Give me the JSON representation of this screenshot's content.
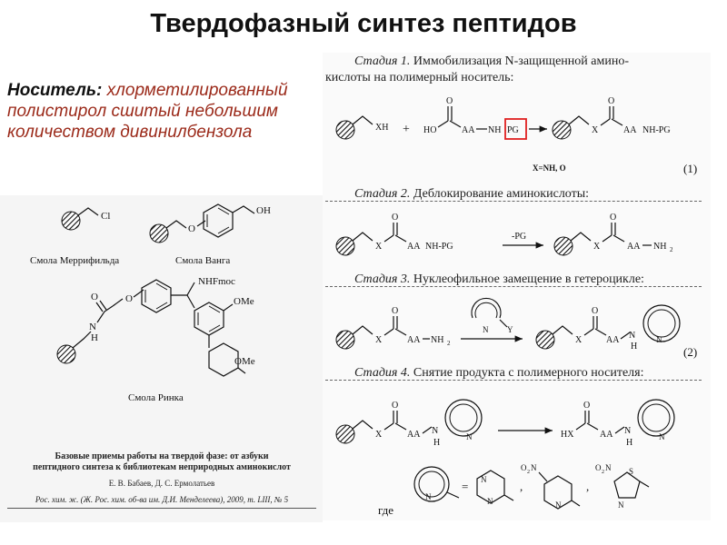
{
  "title": "Твердофазный синтез пептидов",
  "carrier": {
    "label": "Носитель:",
    "text": "хлорметилированный полистирол сшитый небольшим количеством дивинилбензола"
  },
  "resins": {
    "merrifield": "Смола Меррифильда",
    "wang": "Смола Ванга",
    "rink": "Смола Ринка",
    "cl": "Cl",
    "oh": "OH",
    "o": "O",
    "nhfmoc": "NHFmoc",
    "ome": "OMe",
    "n": "N",
    "h": "H"
  },
  "reference": {
    "title_line1": "Базовые приемы работы на твердой фазе: от азбуки",
    "title_line2": "пептидного синтеза к библиотекам неприродных аминокислот",
    "authors": "Е. В. Бабаев, Д. С. Ермолатьев",
    "journal": "Рос. хим. ж. (Ж. Рос. хим. об-ва им. Д.И. Менделеева), 2009, т. LIII, № 5"
  },
  "stages": [
    {
      "label": "Стадия 1.",
      "text_line1": "Иммобилизация N-защищенной амино-",
      "text_line2": "кислоты на полимерный носитель:"
    },
    {
      "label": "Стадия 2.",
      "text_line1": "Деблокирование аминокислоты:",
      "text_line2": ""
    },
    {
      "label": "Стадия 3.",
      "text_line1": "Нуклеофильное замещение в гетероцикле:",
      "text_line2": ""
    },
    {
      "label": "Стадия 4.",
      "text_line1": "Снятие продукта с полимерного носителя:",
      "text_line2": ""
    }
  ],
  "scheme": {
    "xh": "XH",
    "plus": "+",
    "ho": "HO",
    "o": "O",
    "aa": "AA",
    "nh": "NH",
    "pg": "PG",
    "nh_pg": "NH-PG",
    "x": "X",
    "x_eq": "X=NH, O",
    "eq1": "(1)",
    "eq2": "(2)",
    "minus_pg": "-PG",
    "nh2": "NH",
    "sub2": "2",
    "n": "N",
    "y": "Y",
    "h": "H",
    "hx": "HX",
    "equals": "=",
    "comma": ",",
    "o2n": "O",
    "no2_n": "N",
    "s": "S",
    "gde": "где"
  },
  "colors": {
    "accent_red": "#9b2a1a",
    "highlight_box": "#e02020"
  }
}
